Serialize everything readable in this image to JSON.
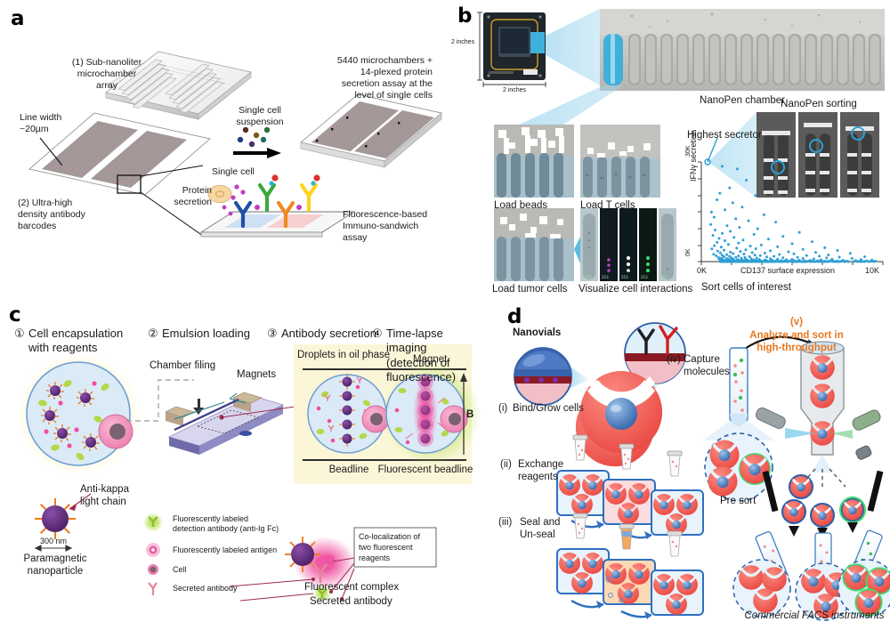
{
  "figure": {
    "panels": [
      "a",
      "b",
      "c",
      "d"
    ]
  },
  "panel_a": {
    "label": "a",
    "callouts": {
      "array": "(1) Sub-nanoliter\nmicrochamber\narray",
      "linewidth": "Line width\n~20µm",
      "barcodes": "(2) Ultra-high\ndensity antibody\nbarcodes",
      "suspension": "Single cell\nsuspension",
      "chambers": "5440 microchambers +\n14-plexed protein\nsecretion assay at the\nlevel of single cells",
      "single_cell": "Single cell",
      "protein_secretion": "Protein\nsecretion",
      "assay": "Fluorescence-based\nImmuno-sandwich assay"
    }
  },
  "panel_b": {
    "label": "b",
    "chip_scale_vertical": "2 inches",
    "chip_scale_horizontal": "2 inches",
    "chamber_caption": "NanoPen chamber",
    "sorting_caption": "NanoPen sorting",
    "highest_secretor": "Highest secretor",
    "micrographs": [
      {
        "caption": "Load beads"
      },
      {
        "caption": "Load T cells"
      },
      {
        "caption": "Load tumor cells"
      },
      {
        "caption": "Visualize cell interactions"
      }
    ],
    "sort_caption": "Sort cells of interest",
    "chart_data": {
      "type": "scatter",
      "title": "",
      "xlabel": "CD137 surface expression",
      "ylabel": "IFNγ secretion",
      "xticklabels": [
        "0K",
        "10K"
      ],
      "yticklabels": [
        "0K",
        "30K"
      ],
      "xlim": [
        0,
        10000
      ],
      "ylim": [
        0,
        30000
      ],
      "grid": false,
      "legend": null,
      "annotation": "Highest secretor",
      "point_color": "#2e9fd4",
      "n_points": 430,
      "points": [
        [
          1150,
          28700
        ],
        [
          1980,
          27900
        ],
        [
          2480,
          24500
        ],
        [
          1560,
          22200
        ],
        [
          1020,
          20600
        ],
        [
          2980,
          19900
        ],
        [
          860,
          18600
        ],
        [
          1730,
          17700
        ],
        [
          2250,
          16400
        ],
        [
          1300,
          15600
        ],
        [
          560,
          14900
        ],
        [
          3450,
          14100
        ],
        [
          700,
          13400
        ],
        [
          1900,
          12900
        ],
        [
          2600,
          12300
        ],
        [
          4100,
          11900
        ],
        [
          520,
          11200
        ],
        [
          1420,
          10800
        ],
        [
          2100,
          10300
        ],
        [
          3100,
          9900
        ],
        [
          760,
          9500
        ],
        [
          1600,
          9100
        ],
        [
          5400,
          8800
        ],
        [
          1150,
          8500
        ],
        [
          2900,
          8200
        ],
        [
          640,
          7900
        ],
        [
          4500,
          7600
        ],
        [
          1800,
          7300
        ],
        [
          980,
          7000
        ],
        [
          3700,
          6800
        ],
        [
          2300,
          6500
        ],
        [
          1300,
          6300
        ],
        [
          6100,
          6000
        ],
        [
          870,
          5800
        ],
        [
          2050,
          5600
        ],
        [
          5000,
          5400
        ],
        [
          1490,
          5200
        ],
        [
          3300,
          5000
        ],
        [
          720,
          4800
        ],
        [
          2700,
          4650
        ],
        [
          4200,
          4500
        ],
        [
          1100,
          4350
        ],
        [
          6800,
          4200
        ],
        [
          1950,
          4050
        ],
        [
          3000,
          3900
        ],
        [
          580,
          3800
        ],
        [
          5600,
          3700
        ],
        [
          2450,
          3550
        ],
        [
          1250,
          3450
        ],
        [
          7500,
          3350
        ],
        [
          3800,
          3250
        ],
        [
          900,
          3150
        ],
        [
          2150,
          3050
        ],
        [
          4800,
          2950
        ],
        [
          1600,
          2850
        ],
        [
          6300,
          2780
        ],
        [
          2800,
          2700
        ],
        [
          1050,
          2620
        ],
        [
          3500,
          2550
        ],
        [
          8200,
          2480
        ],
        [
          1750,
          2400
        ],
        [
          5100,
          2340
        ],
        [
          2350,
          2270
        ],
        [
          680,
          2200
        ],
        [
          4300,
          2140
        ],
        [
          1400,
          2080
        ],
        [
          7000,
          2020
        ],
        [
          2950,
          1960
        ],
        [
          1150,
          1900
        ],
        [
          5800,
          1850
        ],
        [
          3250,
          1800
        ],
        [
          820,
          1750
        ],
        [
          2050,
          1700
        ],
        [
          6500,
          1650
        ],
        [
          1550,
          1600
        ],
        [
          4000,
          1560
        ],
        [
          2650,
          1510
        ],
        [
          9000,
          1470
        ],
        [
          1250,
          1430
        ],
        [
          3600,
          1390
        ],
        [
          7600,
          1350
        ],
        [
          1900,
          1310
        ],
        [
          5300,
          1270
        ],
        [
          2400,
          1230
        ],
        [
          950,
          1200
        ],
        [
          4500,
          1160
        ],
        [
          1650,
          1130
        ],
        [
          6900,
          1090
        ],
        [
          3050,
          1060
        ],
        [
          1100,
          1030
        ],
        [
          2200,
          1000
        ],
        [
          8300,
          970
        ],
        [
          5600,
          940
        ],
        [
          1400,
          910
        ],
        [
          3800,
          880
        ],
        [
          2750,
          860
        ],
        [
          6200,
          830
        ],
        [
          1750,
          800
        ],
        [
          4200,
          780
        ],
        [
          980,
          760
        ],
        [
          2450,
          735
        ],
        [
          7200,
          710
        ],
        [
          1500,
          690
        ],
        [
          5000,
          665
        ],
        [
          3200,
          645
        ],
        [
          2000,
          625
        ],
        [
          8800,
          605
        ],
        [
          1200,
          585
        ],
        [
          4700,
          570
        ],
        [
          2900,
          550
        ],
        [
          6600,
          535
        ],
        [
          1650,
          515
        ],
        [
          3500,
          500
        ],
        [
          2250,
          485
        ],
        [
          9400,
          470
        ],
        [
          1050,
          455
        ],
        [
          5400,
          440
        ],
        [
          3900,
          428
        ],
        [
          2550,
          415
        ],
        [
          7800,
          403
        ],
        [
          1800,
          390
        ],
        [
          4400,
          380
        ],
        [
          1350,
          368
        ],
        [
          6000,
          358
        ],
        [
          3050,
          348
        ],
        [
          2100,
          338
        ],
        [
          8500,
          328
        ],
        [
          1550,
          318
        ],
        [
          5100,
          310
        ],
        [
          3600,
          300
        ],
        [
          2350,
          292
        ],
        [
          7100,
          284
        ],
        [
          1150,
          276
        ],
        [
          4600,
          268
        ],
        [
          2800,
          260
        ],
        [
          6400,
          252
        ],
        [
          1900,
          245
        ],
        [
          3900,
          238
        ],
        [
          1400,
          231
        ],
        [
          9100,
          224
        ],
        [
          5700,
          218
        ],
        [
          2500,
          211
        ],
        [
          3300,
          205
        ],
        [
          7500,
          199
        ],
        [
          1700,
          193
        ],
        [
          4900,
          187
        ],
        [
          2950,
          182
        ],
        [
          6100,
          176
        ],
        [
          1250,
          171
        ],
        [
          4100,
          166
        ],
        [
          2200,
          161
        ],
        [
          8000,
          156
        ],
        [
          5300,
          151
        ],
        [
          3500,
          147
        ],
        [
          1850,
          142
        ],
        [
          6800,
          138
        ],
        [
          2650,
          134
        ],
        [
          4400,
          130
        ],
        [
          1450,
          126
        ],
        [
          9600,
          122
        ],
        [
          5900,
          118
        ],
        [
          3100,
          115
        ],
        [
          2050,
          111
        ],
        [
          7300,
          108
        ],
        [
          4700,
          104
        ],
        [
          1600,
          101
        ],
        [
          3800,
          98
        ],
        [
          2400,
          95
        ],
        [
          6500,
          92
        ],
        [
          1100,
          89
        ],
        [
          5200,
          86
        ],
        [
          2850,
          84
        ],
        [
          8700,
          81
        ],
        [
          1950,
          79
        ],
        [
          4200,
          76
        ],
        [
          3400,
          74
        ],
        [
          7000,
          72
        ],
        [
          1350,
          70
        ],
        [
          5600,
          68
        ],
        [
          2300,
          66
        ],
        [
          4000,
          64
        ],
        [
          1750,
          62
        ],
        [
          6200,
          60
        ],
        [
          3000,
          58
        ],
        [
          9300,
          57
        ],
        [
          2600,
          55
        ],
        [
          4800,
          53
        ],
        [
          1500,
          52
        ],
        [
          7700,
          50
        ],
        [
          3700,
          49
        ],
        [
          2150,
          47
        ],
        [
          5400,
          46
        ],
        [
          1200,
          44
        ],
        [
          6900,
          43
        ],
        [
          3200,
          42
        ],
        [
          4500,
          41
        ],
        [
          1900,
          39
        ],
        [
          8400,
          38
        ],
        [
          2750,
          37
        ],
        [
          5000,
          36
        ],
        [
          1650,
          35
        ],
        [
          3900,
          34
        ],
        [
          6600,
          33
        ],
        [
          2450,
          32
        ],
        [
          1400,
          31
        ],
        [
          7400,
          30
        ],
        [
          4300,
          29
        ],
        [
          3050,
          28
        ],
        [
          5700,
          28
        ],
        [
          2000,
          27
        ],
        [
          1150,
          26
        ],
        [
          8900,
          25
        ],
        [
          3500,
          25
        ],
        [
          6100,
          24
        ],
        [
          2550,
          23
        ],
        [
          4600,
          23
        ],
        [
          1800,
          22
        ],
        [
          5300,
          21
        ],
        [
          3300,
          21
        ],
        [
          7200,
          20
        ],
        [
          2250,
          20
        ],
        [
          1300,
          19
        ],
        [
          4000,
          19
        ],
        [
          6400,
          18
        ],
        [
          2900,
          18
        ],
        [
          9500,
          17
        ],
        [
          1600,
          17
        ],
        [
          5100,
          16
        ],
        [
          3700,
          16
        ],
        [
          2400,
          15
        ],
        [
          7900,
          15
        ],
        [
          4400,
          14
        ],
        [
          1050,
          14
        ],
        [
          6000,
          14
        ],
        [
          3100,
          13
        ],
        [
          2100,
          13
        ],
        [
          5500,
          12
        ],
        [
          1700,
          12
        ],
        [
          8600,
          12
        ],
        [
          4800,
          11
        ],
        [
          2700,
          11
        ],
        [
          3900,
          11
        ],
        [
          1350,
          10
        ],
        [
          6700,
          10
        ],
        [
          5200,
          10
        ],
        [
          2300,
          9
        ],
        [
          1950,
          9
        ],
        [
          7500,
          9
        ],
        [
          4100,
          8
        ],
        [
          3400,
          8
        ],
        [
          1150,
          8
        ],
        [
          6200,
          8
        ],
        [
          2850,
          7
        ],
        [
          5800,
          7
        ],
        [
          1550,
          7
        ],
        [
          4500,
          7
        ],
        [
          9200,
          6
        ],
        [
          3200,
          6
        ],
        [
          2150,
          6
        ],
        [
          7000,
          6
        ],
        [
          1800,
          5
        ],
        [
          5000,
          5
        ],
        [
          3700,
          5
        ],
        [
          2500,
          5
        ],
        [
          6500,
          5
        ],
        [
          1250,
          4
        ],
        [
          4300,
          4
        ],
        [
          8100,
          4
        ],
        [
          2950,
          4
        ],
        [
          5600,
          4
        ],
        [
          1650,
          3
        ],
        [
          3500,
          3
        ],
        [
          7300,
          3
        ],
        [
          2250,
          3
        ],
        [
          4700,
          3
        ],
        [
          1450,
          3
        ],
        [
          6000,
          2
        ],
        [
          3050,
          2
        ],
        [
          8800,
          2
        ],
        [
          2600,
          2
        ],
        [
          5300,
          2
        ],
        [
          1900,
          2
        ],
        [
          4000,
          2
        ],
        [
          6800,
          2
        ],
        [
          1100,
          1
        ],
        [
          3800,
          1
        ],
        [
          2400,
          1
        ],
        [
          7600,
          1
        ],
        [
          5100,
          1
        ],
        [
          1700,
          1
        ],
        [
          3300,
          1
        ],
        [
          9000,
          1
        ],
        [
          2800,
          1
        ],
        [
          4400,
          1
        ],
        [
          1350,
          1
        ],
        [
          6300,
          1
        ],
        [
          2050,
          1
        ],
        [
          5700,
          1
        ],
        [
          3600,
          1
        ],
        [
          7900,
          1
        ]
      ]
    }
  },
  "panel_c": {
    "label": "c",
    "steps": [
      {
        "num": "①",
        "text": "Cell encapsulation\nwith reagents"
      },
      {
        "num": "②",
        "text": "Emulsion loading"
      },
      {
        "num": "③",
        "text": "Antibody secretion"
      },
      {
        "num": "④",
        "text": "Time-lapse imaging\n(detection of fluorescence)"
      }
    ],
    "chamber_filing": "Chamber filing",
    "magnets": "Magnets",
    "droplets_in_oil": "Droplets in oil phase",
    "magnet_top": "Magnet",
    "b_field": "B",
    "beadline": "Beadline",
    "fluorescent_beadline": "Fluorescent beadline",
    "nanoparticle": {
      "anti_kappa": "Anti-kappa\nlight chain",
      "scale": "300 nm",
      "name": "Paramagnetic\nnanoparticle"
    },
    "legend": [
      {
        "key": "detection-antibody",
        "text": "Fluorescently labeled\ndetection antibody (anti-Ig Fc)",
        "color": "#a8d13a"
      },
      {
        "key": "labeled-antigen",
        "text": "Fluorescently labeled antigen",
        "color": "#e8559c"
      },
      {
        "key": "cell",
        "text": "Cell",
        "color": "#6b5560"
      },
      {
        "key": "secreted-antibody",
        "text": "Secreted antibody",
        "color": "#e8849a"
      }
    ],
    "callouts": {
      "colocalization": "Co-localization of\ntwo fluorescent\nreagents",
      "fluorescent_complex": "Fluorescent complex",
      "secreted_antibody": "Secreted antibody"
    }
  },
  "panel_d": {
    "label": "d",
    "nanovials": "Nanovials",
    "steps": [
      {
        "num": "(i)",
        "text": "Bind/Grow cells"
      },
      {
        "num": "(ii)",
        "text": "Exchange\nreagents"
      },
      {
        "num": "(iii)",
        "text": "Seal and\nUn-seal"
      },
      {
        "num": "(iv)",
        "text": "Capture\nmolecules"
      },
      {
        "num": "(v)",
        "text": "Analyze and sort in\nhigh-throughput"
      }
    ],
    "step_v_color": "#e8781e",
    "pre_sort": "Pre sort",
    "facs": "Commercial FACS instruments"
  }
}
